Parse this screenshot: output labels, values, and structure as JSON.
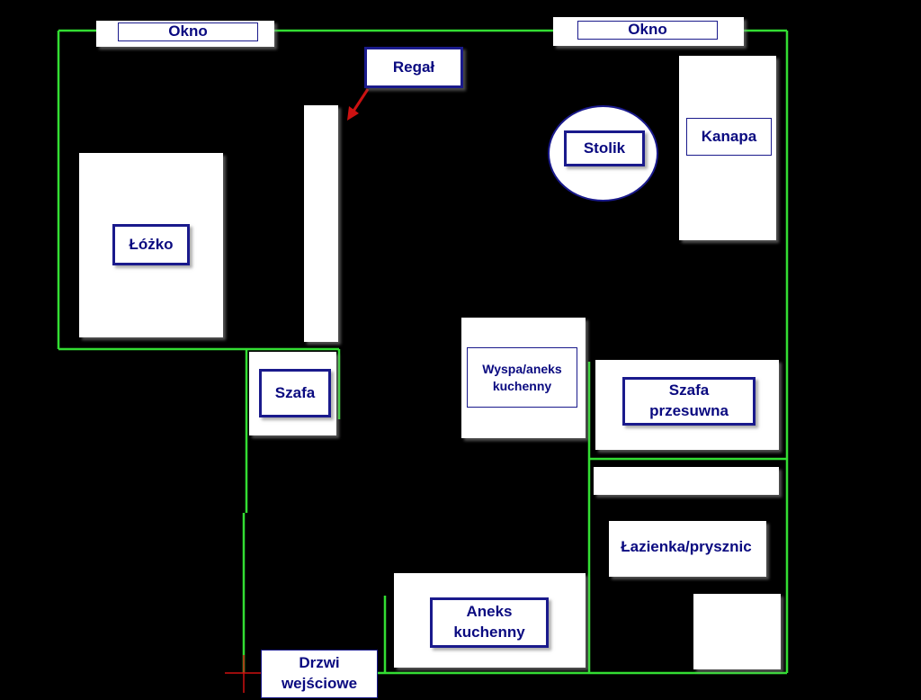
{
  "labels": {
    "window_left": "Okno",
    "window_right": "Okno",
    "shelf": "Regał",
    "table": "Stolik",
    "sofa": "Kanapa",
    "bed": "Łóżko",
    "wardrobe": "Szafa",
    "island": "Wyspa/aneks\nkuchenny",
    "sliding_wardrobe": "Szafa\nprzesuwna",
    "bathroom": "Łazienka/prysznic",
    "kitchenette": "Aneks\nkuchenny",
    "entrance_door": "Drzwi\nwejściowe"
  },
  "colors": {
    "background": "#000000",
    "wall": "#33dd33",
    "label_text": "#0a0a80",
    "label_border": "#1a1a8c",
    "arrow": "#cc1111",
    "door_mark": "#cc1111"
  }
}
